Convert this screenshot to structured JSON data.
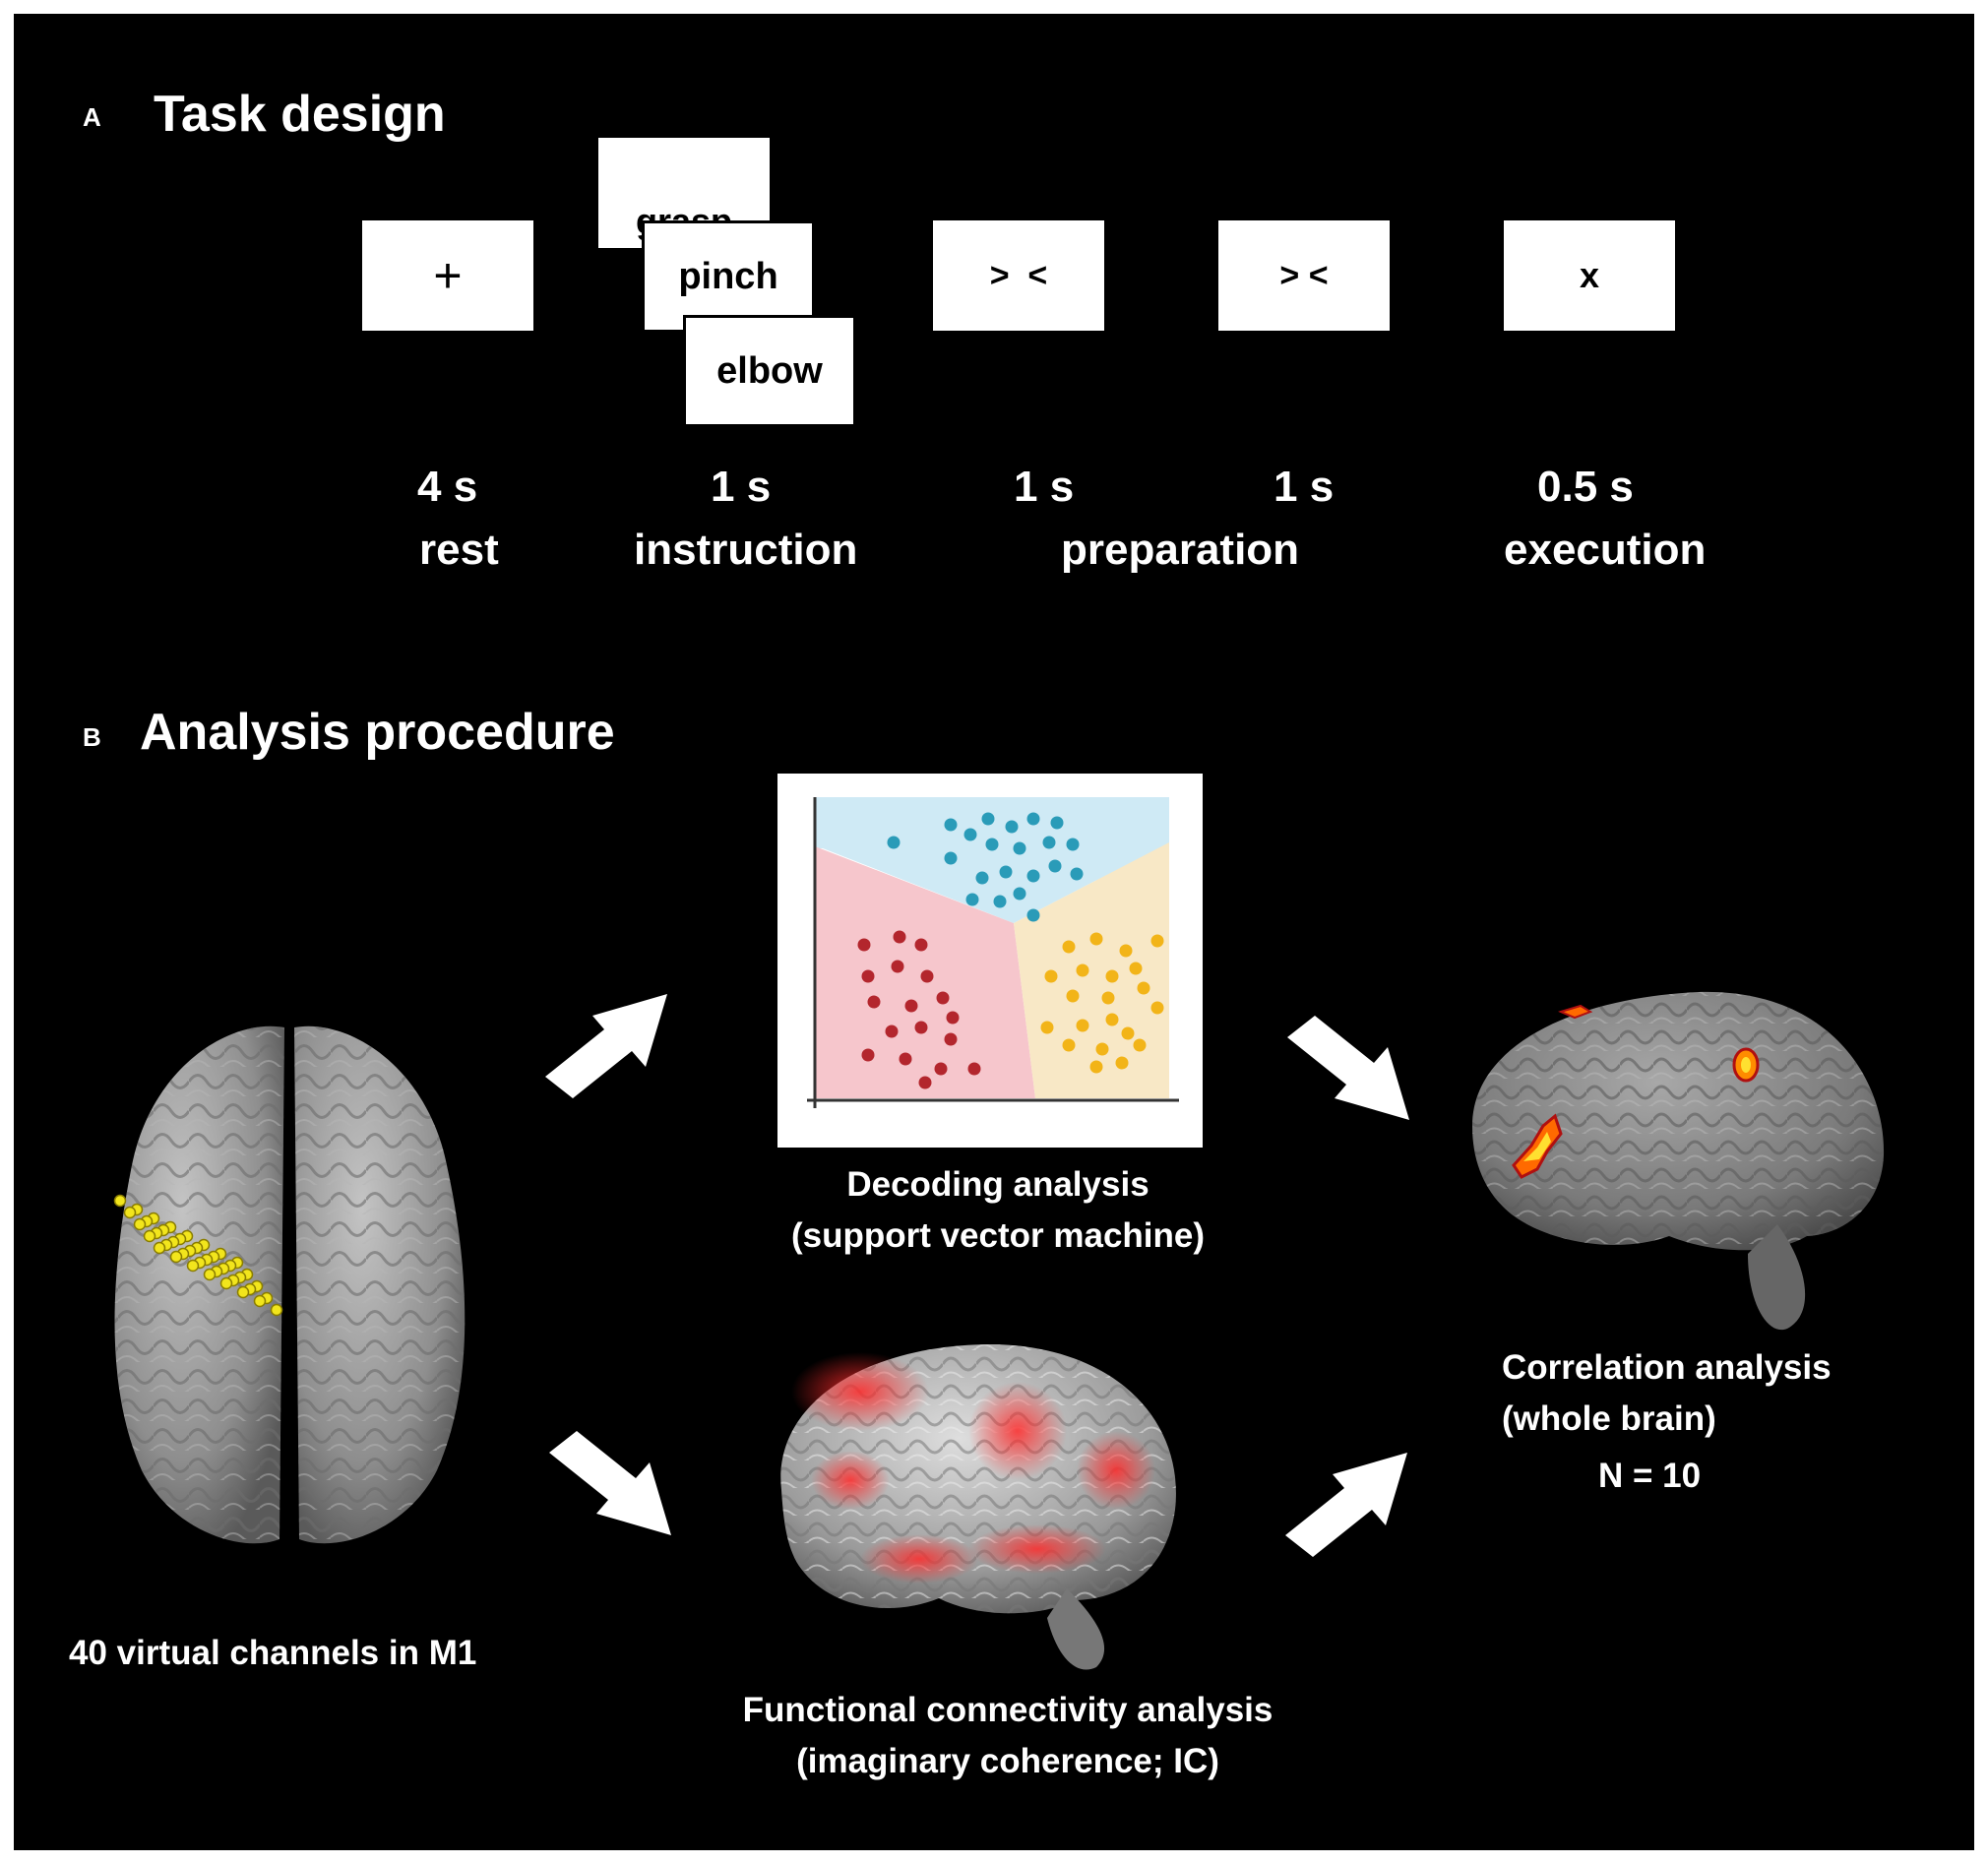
{
  "panel_a": {
    "letter": "A",
    "title": "Task design",
    "cards": {
      "rest": "+",
      "instruction_1": "grasp",
      "instruction_2": "pinch",
      "instruction_3": "elbow",
      "prep_1": ">  <",
      "prep_2": "> <",
      "execution": "x"
    },
    "durations": {
      "rest": "4 s",
      "instruction": "1 s",
      "prep_1": "1 s",
      "prep_2": "1 s",
      "execution": "0.5 s"
    },
    "phases": {
      "rest": "rest",
      "instruction": "instruction",
      "preparation": "preparation",
      "execution": "execution"
    }
  },
  "panel_b": {
    "letter": "B",
    "title": "Analysis procedure",
    "channels_label": "40 virtual channels in M1",
    "decoding_label_1": "Decoding analysis",
    "decoding_label_2": "(support vector machine)",
    "fc_label_1": "Functional connectivity analysis",
    "fc_label_2": "(imaginary coherence; IC)",
    "corr_label_1": "Correlation  analysis",
    "corr_label_2": "(whole brain)",
    "n_label": "N = 10"
  },
  "colors": {
    "background": "#000000",
    "svm_blue_region": "#cfeaf5",
    "svm_red_region": "#f6c6cc",
    "svm_yellow_region": "#f8e8c6",
    "blue_points": "#2a9bb8",
    "red_points": "#b3262d",
    "yellow_points": "#f2b418",
    "channel_dots": "#f2e51c",
    "brain_gray": "#8c8c8c",
    "activation": "#ff6a00"
  }
}
